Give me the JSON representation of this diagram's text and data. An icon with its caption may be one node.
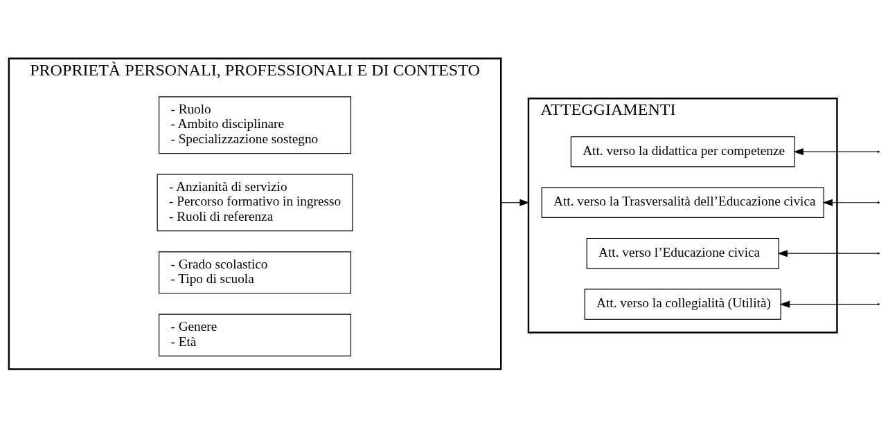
{
  "diagram": {
    "nodes": [
      {
        "text": [
          "PROPRIETÀ PERSONALI, PROFESSIONALI E DI CONTESTO"
        ]
      },
      {
        "text": [
          "- Genere",
          "- Età"
        ],
        "in": 0
      },
      {
        "text": [
          "- Grado scolastico",
          "- Tipo di scuola"
        ],
        "in": 0
      },
      {
        "text": [
          "- Anzianità di servizio",
          "- Percorso formativo in ingresso",
          "- Ruoli di referenza"
        ],
        "in": 0
      },
      {
        "text": [
          "- Ruolo",
          "- Ambito disciplinare",
          "- Specializzazione sostegno"
        ],
        "in": 0
      },
      {
        "text": [
          "ATTEGGIAMENTI"
        ]
      },
      {
        "text": [
          "Att. verso la collegialità (Utilità)"
        ],
        "in": 5
      },
      {
        "text": [
          "Att. verso l’Educazione civica"
        ],
        "in": 5
      },
      {
        "text": [
          "Att. verso la Trasversalità dell’Educazione civica"
        ],
        "in": 5
      },
      {
        "text": [
          "Att. verso la didattica per competenze"
        ],
        "in": 5
      }
    ],
    "edges": [
      {
        "from": 0,
        "to": 5,
        "arrow": "to"
      },
      {
        "from": null,
        "to": 6,
        "arrow": "to"
      },
      {
        "from": null,
        "to": 7,
        "arrow": "to"
      },
      {
        "from": null,
        "to": 8,
        "arrow": "to"
      },
      {
        "from": null,
        "to": 9,
        "arrow": "to"
      }
    ]
  }
}
